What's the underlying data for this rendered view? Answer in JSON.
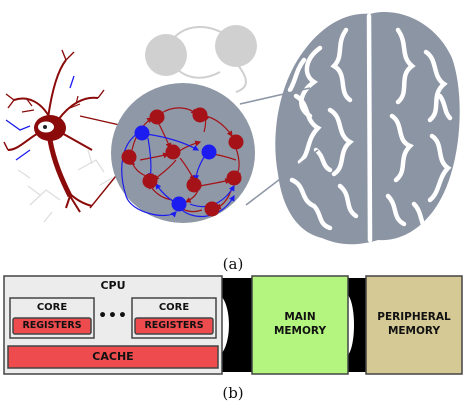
{
  "panel_a": {
    "caption": "(a)"
  },
  "panel_b": {
    "caption": "(b)",
    "cpu": {
      "label": "CPU",
      "core_left": {
        "label": "CORE",
        "registers": "REGISTERS"
      },
      "ellipsis": "•••",
      "core_right": {
        "label": "CORE",
        "registers": "REGISTERS"
      },
      "cache": "CACHE"
    },
    "main_memory": {
      "line1": "MAIN",
      "line2": "MEMORY"
    },
    "peripheral_memory": {
      "line1": "PERIPHERAL",
      "line2": "MEMORY"
    }
  },
  "colors": {
    "neuron": "#8b0a0a",
    "node_red": "#a51218",
    "node_blue": "#1c1cf0",
    "network_disc": "#8f98a6",
    "brain": "#8c95a4",
    "faded_nodes": "#d0d0d0",
    "cpu_panel": "#ececec",
    "registers": "#ee4b4f",
    "cache": "#ee4b4f",
    "main_memory": "#b3f57e",
    "peripheral_memory": "#d5c996",
    "bus": "#000000"
  }
}
